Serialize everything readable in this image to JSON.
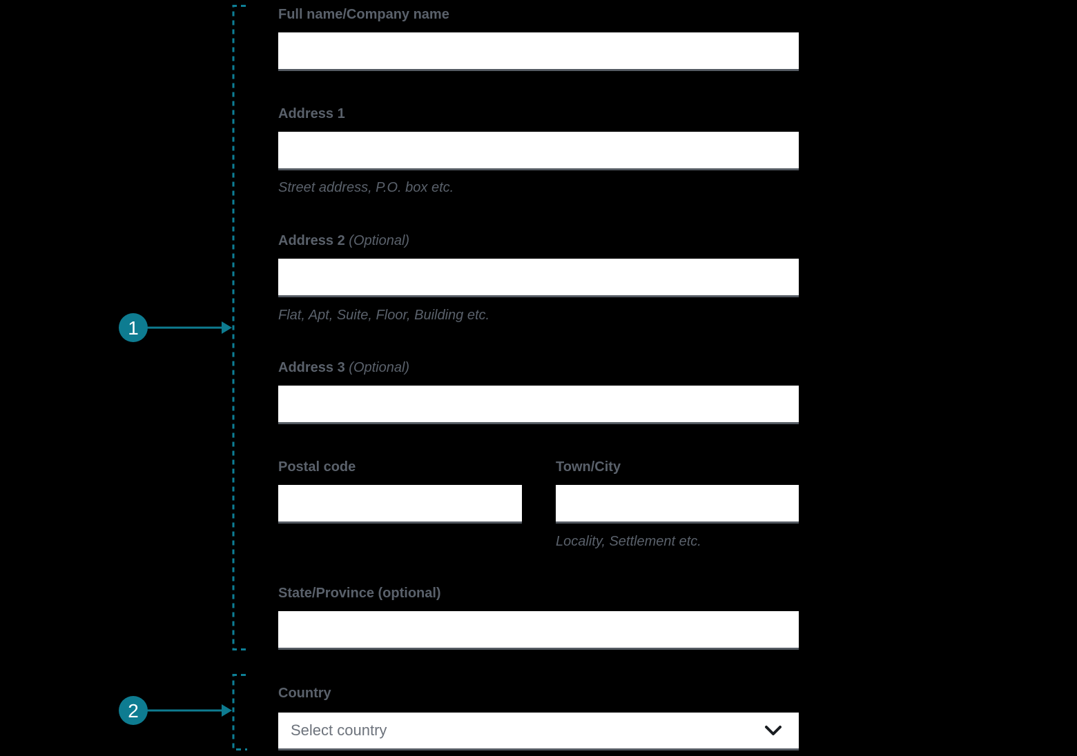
{
  "colors": {
    "accent_teal": "#0e7c91",
    "label_gray": "#5a616b",
    "input_border_gray": "#555b63",
    "background": "#000000"
  },
  "markers": [
    {
      "number": "1"
    },
    {
      "number": "2"
    }
  ],
  "form": {
    "full_name": {
      "label": "Full name/Company name"
    },
    "address1": {
      "label": "Address 1",
      "helper": "Street address, P.O. box etc."
    },
    "address2": {
      "label": "Address 2",
      "optional": "(Optional)",
      "helper": "Flat, Apt, Suite, Floor, Building etc."
    },
    "address3": {
      "label": "Address 3",
      "optional": "(Optional)"
    },
    "postal_code": {
      "label": "Postal code"
    },
    "town_city": {
      "label": "Town/City",
      "helper": "Locality, Settlement etc."
    },
    "state_province": {
      "label": "State/Province (optional)"
    },
    "country": {
      "label": "Country",
      "placeholder": "Select country"
    }
  }
}
